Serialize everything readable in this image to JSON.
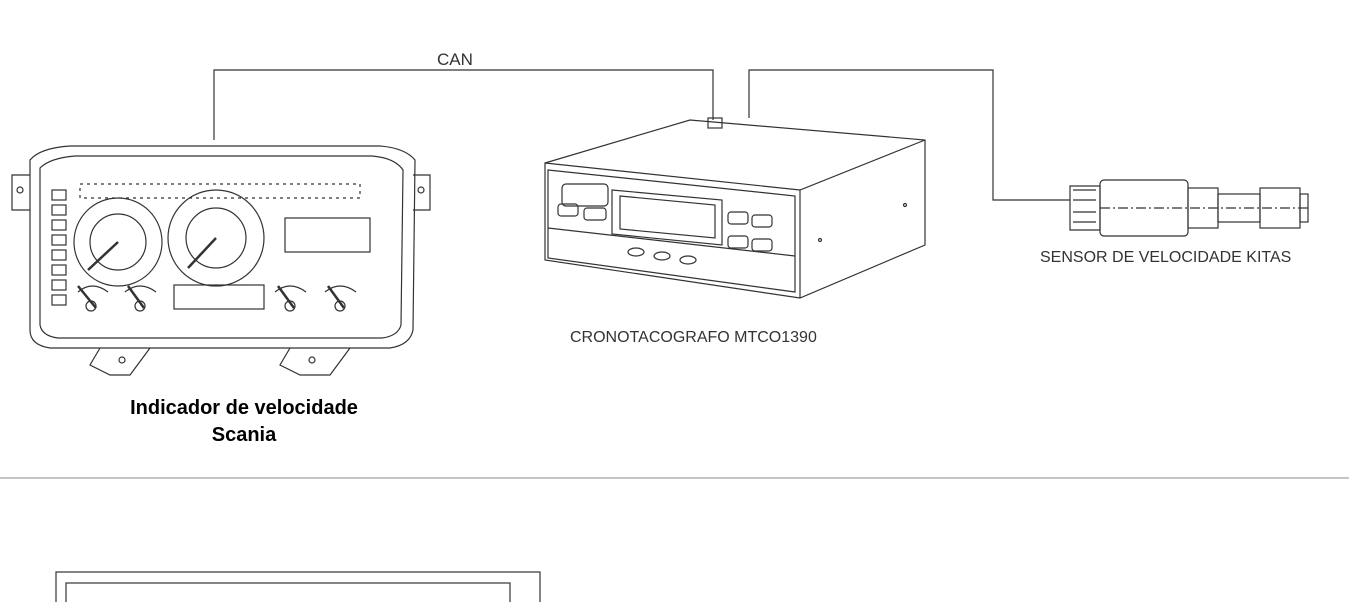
{
  "labels": {
    "can": "CAN",
    "sensor": "SENSOR DE VELOCIDADE KITAS",
    "tachograph": "CRONOTACOGRAFO MTCO1390",
    "speedometer_line1": "Indicador de velocidade",
    "speedometer_line2": "Scania"
  },
  "colors": {
    "stroke": "#333333",
    "divider": "#888888",
    "text": "#000000"
  },
  "components": [
    "instrument-cluster",
    "tachograph",
    "speed-sensor",
    "can-bus-wire",
    "sensor-wire"
  ]
}
